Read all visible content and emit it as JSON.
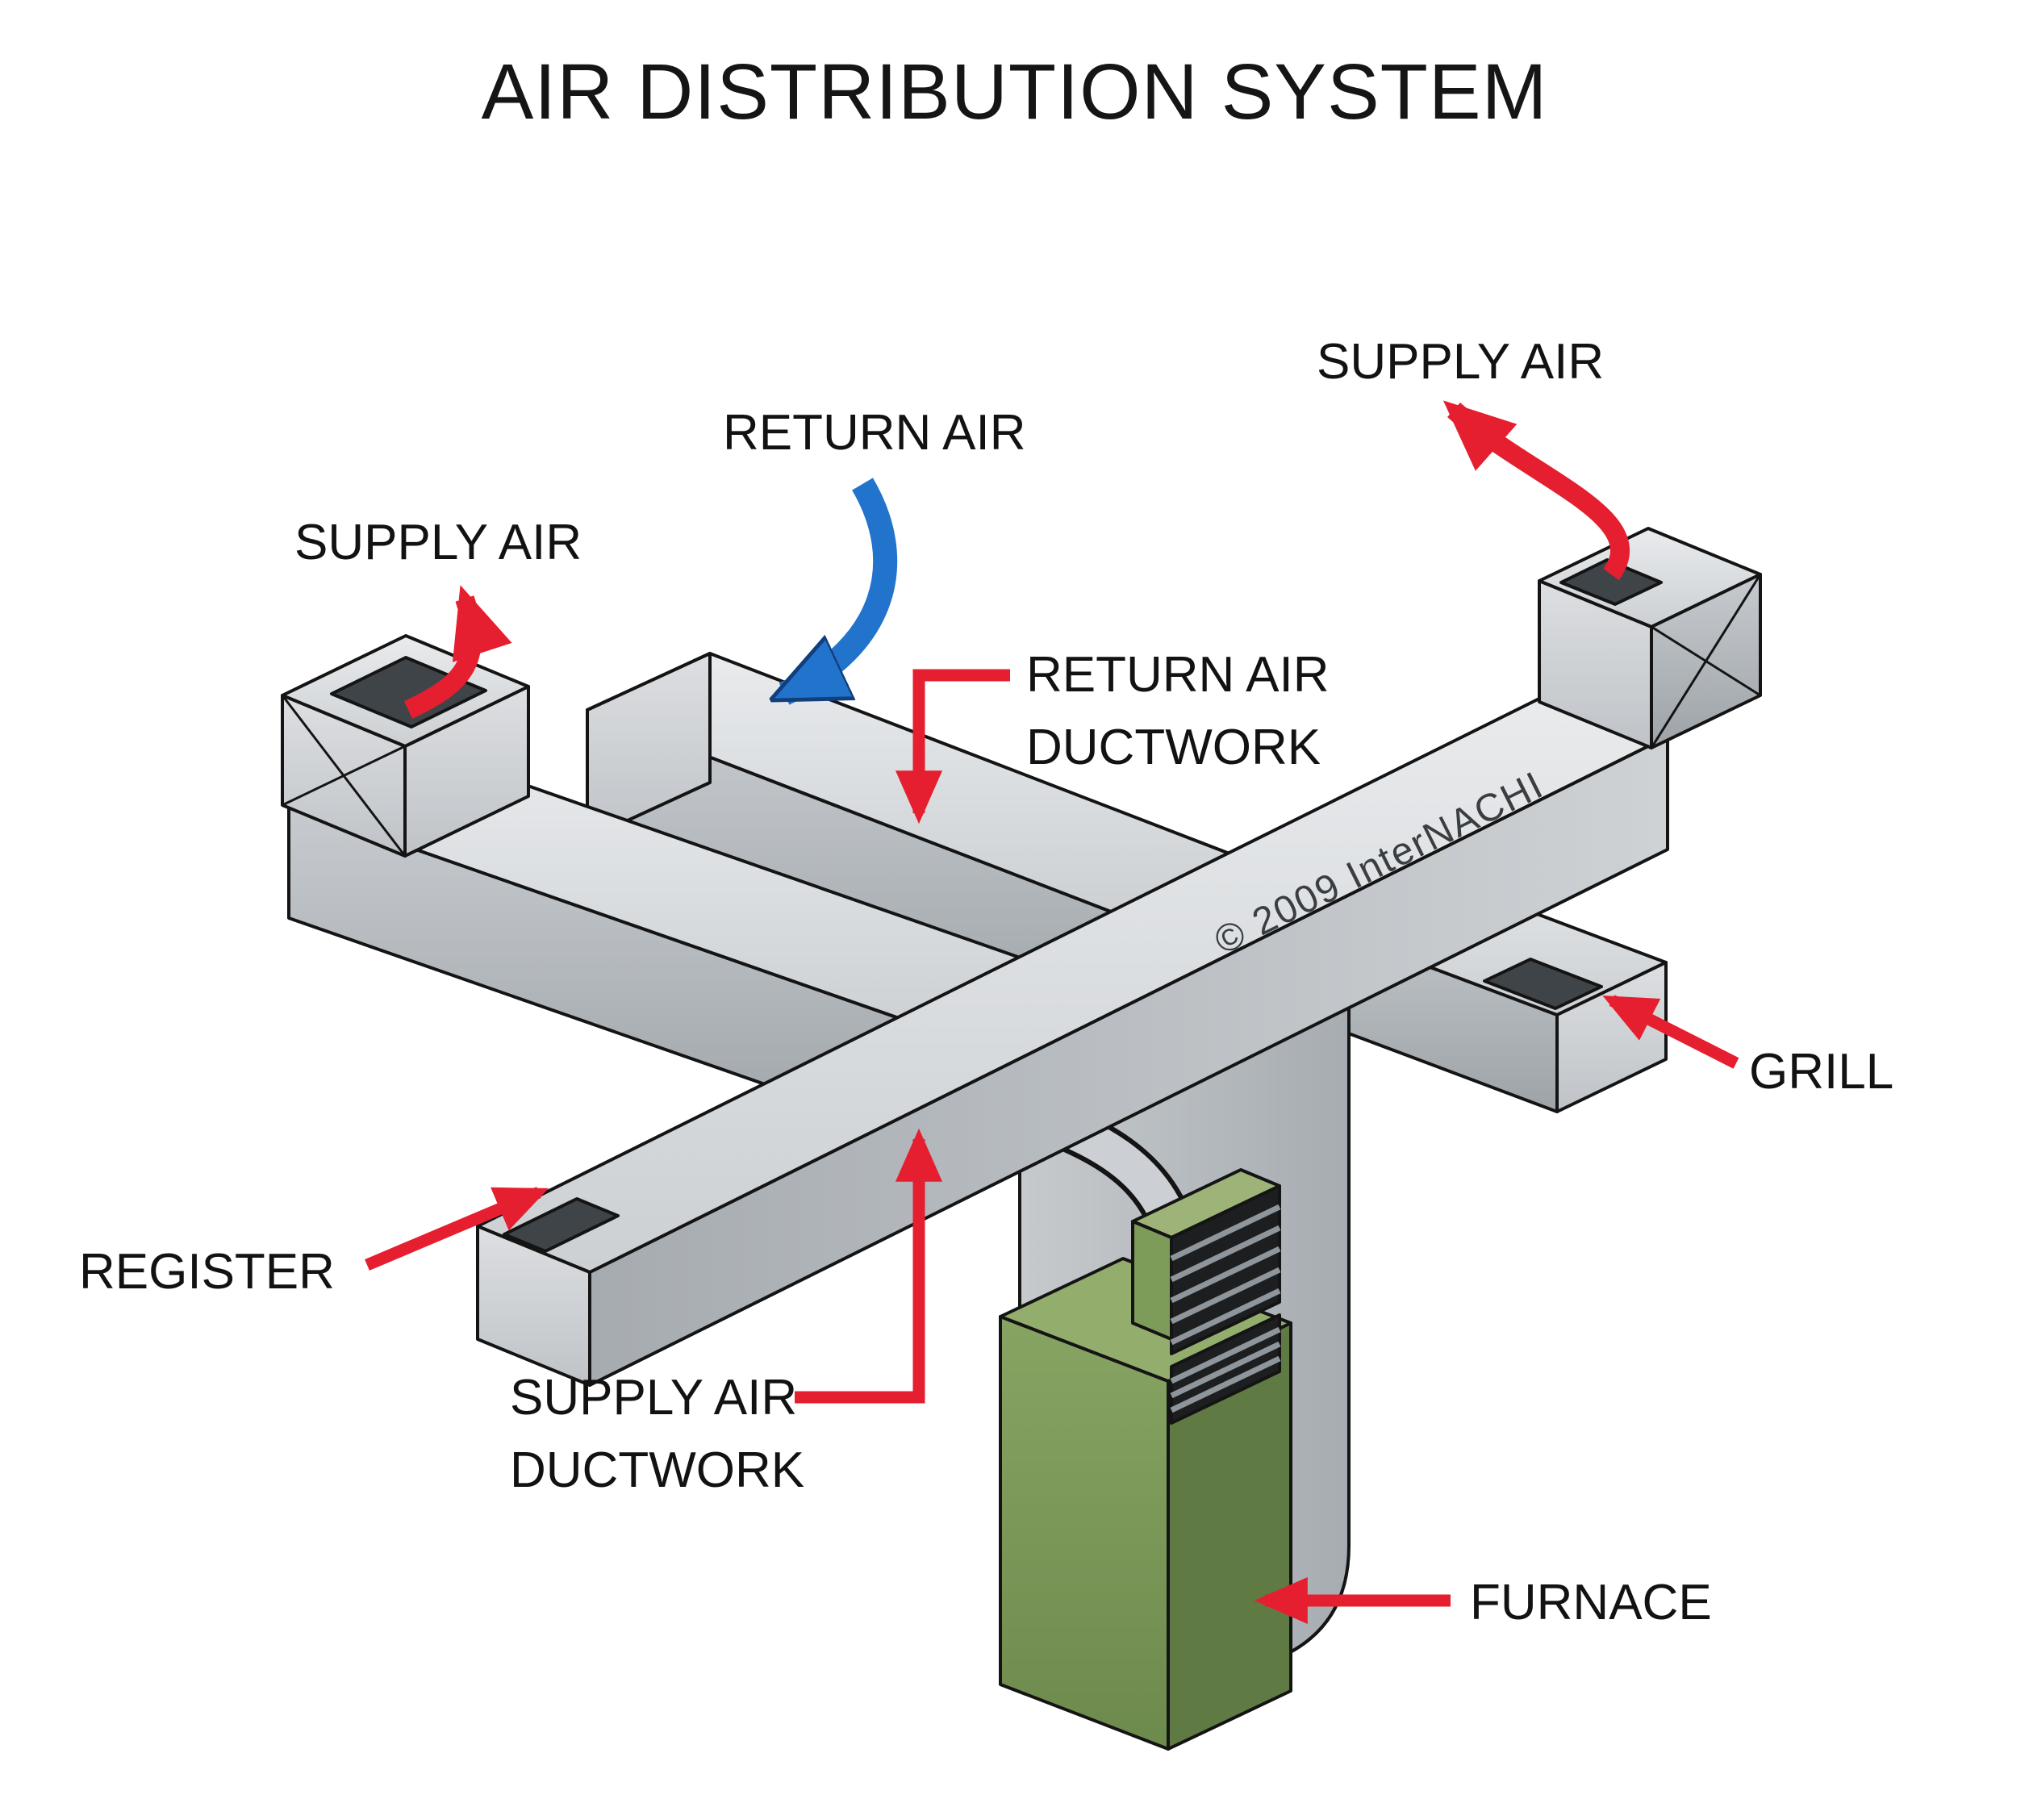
{
  "title": "AIR DISTRIBUTION SYSTEM",
  "watermark": "© 2009 InterNACHI",
  "labels": {
    "supply_air_left": "SUPPLY AIR",
    "supply_air_right": "SUPPLY AIR",
    "return_air": "RETURN AIR",
    "return_air_ductwork": {
      "line1": "RETURN AIR",
      "line2": "DUCTWORK"
    },
    "supply_air_ductwork": {
      "line1": "SUPPLY AIR",
      "line2": "DUCTWORK"
    },
    "grill": "GRILL",
    "register": "REGISTER",
    "furnace": "FURNACE"
  },
  "colors": {
    "supply_arrow_red": "#e51f2f",
    "return_arrow_blue": "#2273cc",
    "duct_gray": "#c9cdd1",
    "duct_shadow_gray": "#9fa5aa",
    "furnace_green": "#7d9b59",
    "register_dark": "#3f4449",
    "outline_black": "#141414",
    "background": "#ffffff"
  }
}
